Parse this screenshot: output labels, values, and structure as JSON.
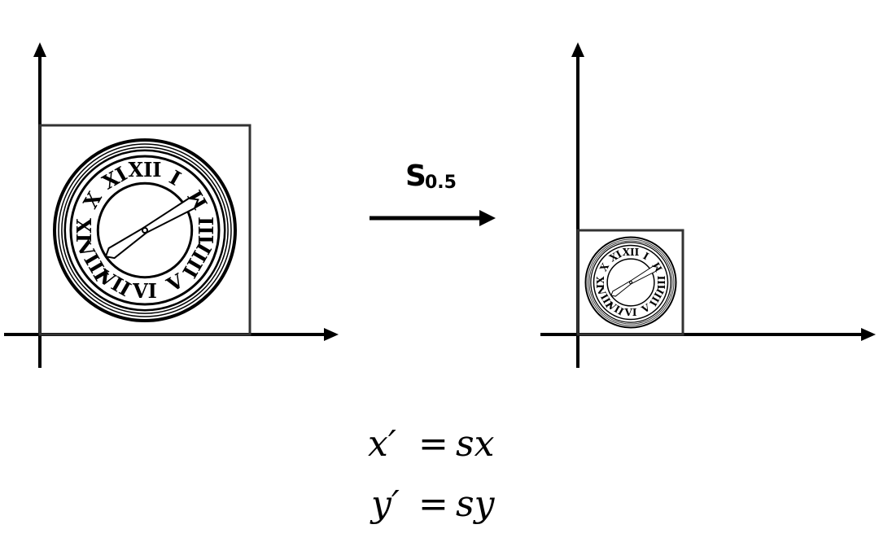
{
  "transform": {
    "symbol": "S",
    "subscript": "0.5",
    "scale_factor": 0.5
  },
  "equations": {
    "x_lhs": "x′",
    "x_eq": "=",
    "x_rhs": "sx",
    "y_lhs": "y′",
    "y_eq": "=",
    "y_rhs": "sy"
  },
  "clock": {
    "numerals": [
      "XII",
      "I",
      "II",
      "III",
      "IIII",
      "V",
      "VI",
      "VII",
      "VIII",
      "IX",
      "X",
      "XI"
    ]
  },
  "icons": {
    "arrow": "arrow-right-icon",
    "clock": "clock-icon"
  }
}
